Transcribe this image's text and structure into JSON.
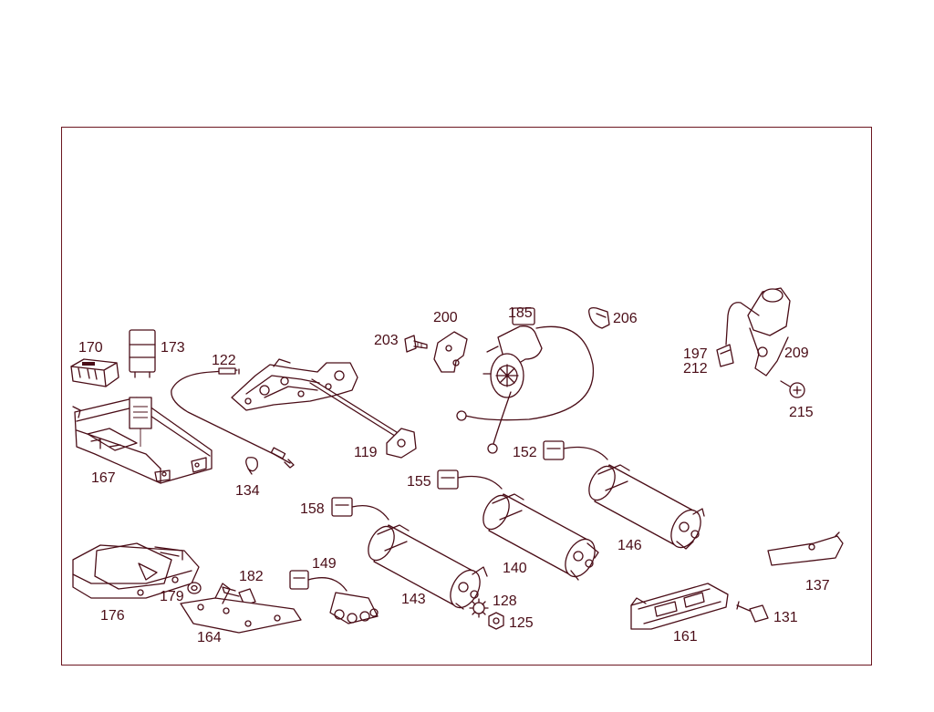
{
  "diagram": {
    "colors": {
      "line": "#4a0d17",
      "frame": "#6b1620",
      "background": "#ffffff"
    },
    "callouts": {
      "p170": "170",
      "p173": "173",
      "p122": "122",
      "p167": "167",
      "p134": "134",
      "p119": "119",
      "p200": "200",
      "p203": "203",
      "p185": "185",
      "p206": "206",
      "p197": "197",
      "p212": "212",
      "p209": "209",
      "p215": "215",
      "p152": "152",
      "p155": "155",
      "p158": "158",
      "p146": "146",
      "p140": "140",
      "p143": "143",
      "p149": "149",
      "p182": "182",
      "p179": "179",
      "p176": "176",
      "p164": "164",
      "p128": "128",
      "p125": "125",
      "p137": "137",
      "p131": "131",
      "p161": "161"
    }
  }
}
